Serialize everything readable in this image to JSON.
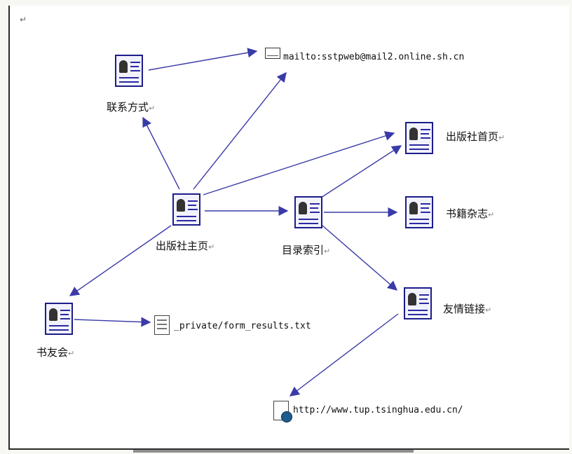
{
  "paragraph_mark": "↵",
  "nodes": {
    "home": {
      "label": "出版社主页",
      "mark": "↵"
    },
    "contact": {
      "label": "联系方式",
      "mark": "↵"
    },
    "index": {
      "label": "目录索引",
      "mark": "↵"
    },
    "pub_home": {
      "label": "出版社首页",
      "mark": "↵"
    },
    "books": {
      "label": "书籍杂志",
      "mark": "↵"
    },
    "links": {
      "label": "友情链接",
      "mark": "↵"
    },
    "club": {
      "label": "书友会",
      "mark": "↵"
    }
  },
  "targets": {
    "mailto": {
      "label": "mailto:sstpweb@mail2.online.sh.cn",
      "icon": "mail-icon"
    },
    "form": {
      "label": "_private/form_results.txt",
      "icon": "file-icon"
    },
    "url": {
      "label": "http://www.tup.tsinghua.edu.cn/",
      "icon": "globe-icon"
    }
  },
  "colors": {
    "arrow": "#3a3aa8",
    "icon_border": "#1c1c8a"
  }
}
